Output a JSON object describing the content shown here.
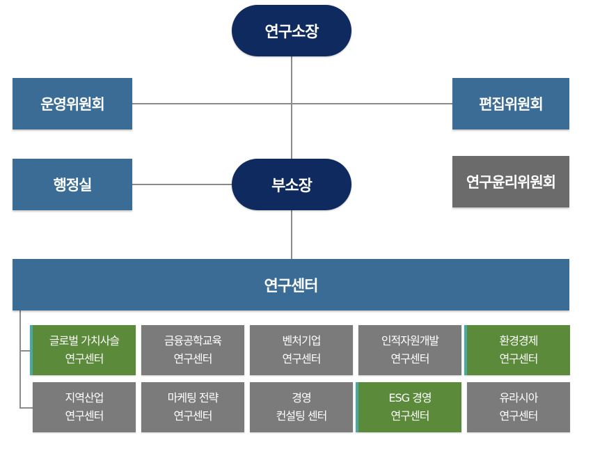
{
  "nodes": {
    "director": "연구소장",
    "operating_committee": "운영위원회",
    "editorial_committee": "편집위원회",
    "admin_office": "행정실",
    "deputy_director": "부소장",
    "ethics_committee": "연구윤리위원회",
    "research_center": "연구센터"
  },
  "centers": [
    {
      "line1": "글로벌 가치사슬",
      "line2": "연구센터",
      "highlight": true
    },
    {
      "line1": "금융공학교육",
      "line2": "연구센터",
      "highlight": false
    },
    {
      "line1": "벤처기업",
      "line2": "연구센터",
      "highlight": false
    },
    {
      "line1": "인적자원개발",
      "line2": "연구센터",
      "highlight": false
    },
    {
      "line1": "환경경제",
      "line2": "연구센터",
      "highlight": true
    },
    {
      "line1": "지역산업",
      "line2": "연구센터",
      "highlight": false
    },
    {
      "line1": "마케팅 전략",
      "line2": "연구센터",
      "highlight": false
    },
    {
      "line1": "경영",
      "line2": "컨설팅 센터",
      "highlight": false
    },
    {
      "line1": "ESG 경영",
      "line2": "연구센터",
      "highlight": true
    },
    {
      "line1": "유라시아",
      "line2": "연구센터",
      "highlight": false
    }
  ],
  "colors": {
    "navy": "#0f2a5e",
    "blue": "#3a6c96",
    "gray": "#7b7b7b",
    "dark_gray": "#6b6b6b",
    "green": "#5a8a3a"
  }
}
